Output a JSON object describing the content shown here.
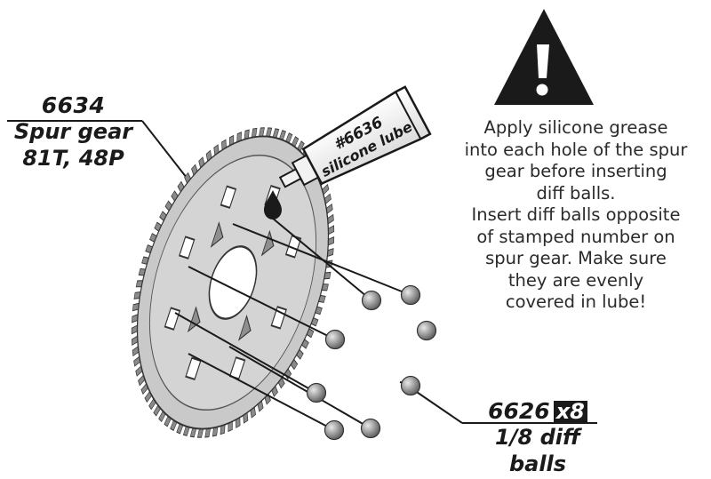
{
  "spur_gear": {
    "part_number": "6634",
    "name": "Spur gear",
    "spec": "81T, 48P"
  },
  "lube_tube": {
    "part_number": "#6636",
    "name": "silicone lube"
  },
  "diff_balls": {
    "part_number": "6626",
    "quantity": "x8",
    "name_line1": "1/8 diff",
    "name_line2": "balls"
  },
  "warning": {
    "icon": "exclamation-warning-triangle-icon",
    "lines": [
      "Apply silicone grease",
      "into each hole of the spur",
      "gear before inserting",
      "diff balls.",
      "Insert diff balls opposite",
      "of stamped number on",
      "spur gear.  Make sure",
      "they are evenly",
      "covered in lube!"
    ]
  },
  "colors": {
    "gear_fill": "#c9c9c9",
    "gear_dark": "#8a8a8a",
    "ink": "#1a1a1a",
    "ball_fill": "#9a9a9a"
  }
}
